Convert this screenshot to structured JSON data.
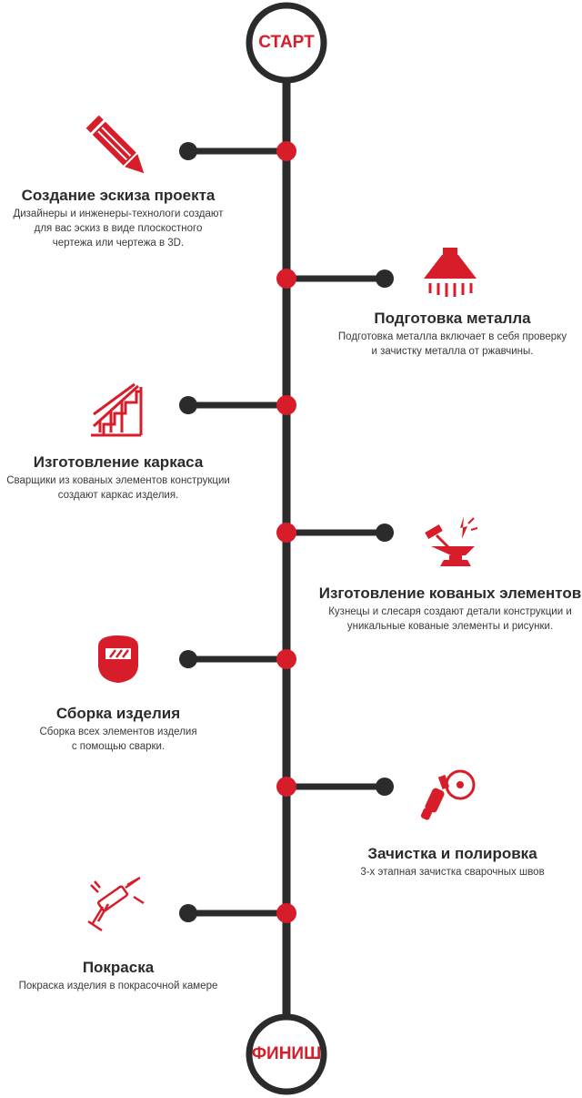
{
  "start_label": "СТАРТ",
  "finish_label": "ФИНИШ",
  "colors": {
    "line": "#2b2b2b",
    "accent": "#d81d2a",
    "text": "#2b2b2b"
  },
  "steps": [
    {
      "side": "left",
      "icon": "pencil-icon",
      "title": "Создание эскиза проекта",
      "desc": "Дизайнеры и инженеры-технологи создают\nдля вас эскиз в виде плоскостного\nчертежа или чертежа в 3D."
    },
    {
      "side": "right",
      "icon": "metal-hood-icon",
      "title": "Подготовка металла",
      "desc": "Подготовка металла включает в себя проверку\nи зачистку металла от ржавчины."
    },
    {
      "side": "left",
      "icon": "stairs-icon",
      "title": "Изготовление каркаса",
      "desc": "Сварщики из кованых элементов конструкции\nсоздают каркас изделия."
    },
    {
      "side": "right",
      "icon": "anvil-hammer-icon",
      "title": "Изготовление кованых элементов",
      "desc": "Кузнецы и слесаря создают детали конструкции и\nуникальные кованые элементы и рисунки."
    },
    {
      "side": "left",
      "icon": "welding-mask-icon",
      "title": "Сборка изделия",
      "desc": "Сборка всех элементов изделия\nс помощью сварки."
    },
    {
      "side": "right",
      "icon": "angle-grinder-icon",
      "title": "Зачистка и полировка",
      "desc": "3-х этапная зачистка сварочных швов"
    },
    {
      "side": "left",
      "icon": "spray-gun-icon",
      "title": "Покраска",
      "desc": "Покраска изделия в покрасочной камере"
    }
  ]
}
